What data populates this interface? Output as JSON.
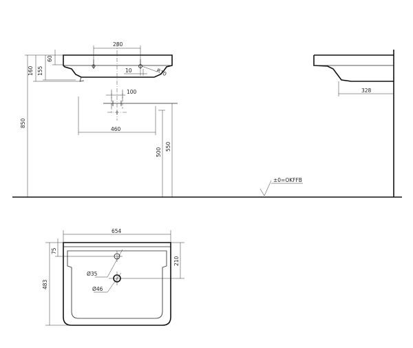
{
  "drawing": {
    "side_view": {
      "dim_top_spacing": "280",
      "dim_height_160": "160",
      "dim_height_155": "155",
      "dim_height_60": "60",
      "dim_offset_10": "10",
      "radius_label": "R10",
      "dim_drain_offset": "100",
      "dim_waste_width": "460",
      "dim_total_height": "850",
      "dim_height_500": "500",
      "dim_height_550": "550"
    },
    "profile_view": {
      "dim_projection": "328"
    },
    "floor_reference": "±0=OKFFB",
    "plan_view": {
      "dim_width": "654",
      "dim_depth": "483",
      "dim_tap_offset": "75",
      "dim_drain_offset": "210",
      "dim_tap_hole": "Ø35",
      "dim_drain_hole": "Ø46"
    }
  }
}
